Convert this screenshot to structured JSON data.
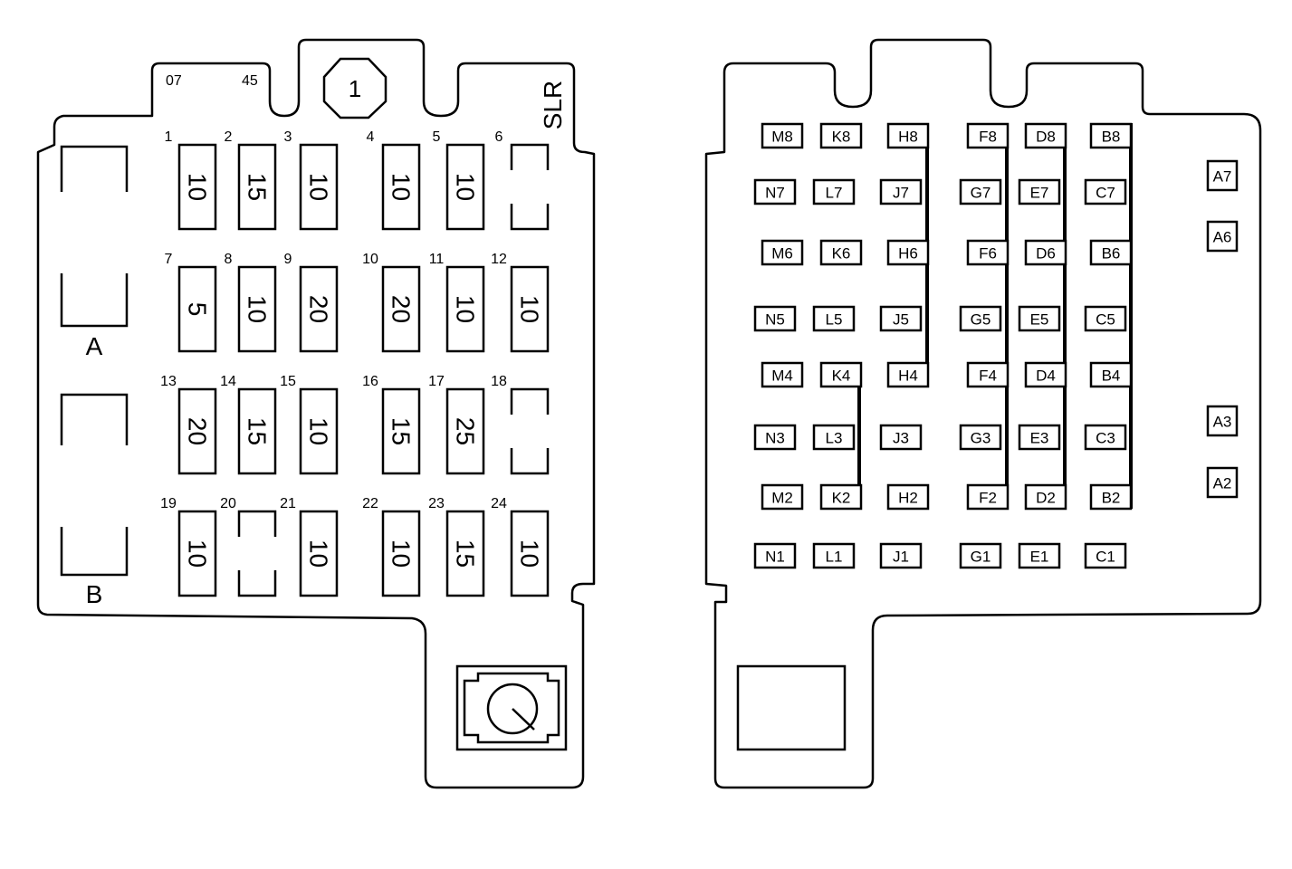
{
  "left_panel": {
    "top_codes": [
      "07",
      "45"
    ],
    "hex_label": "1",
    "side_code": "SLR",
    "relay_labels": [
      "A",
      "B"
    ],
    "fuses": [
      {
        "position": "1",
        "rating": "10"
      },
      {
        "position": "2",
        "rating": "15"
      },
      {
        "position": "3",
        "rating": "10"
      },
      {
        "position": "4",
        "rating": "10"
      },
      {
        "position": "5",
        "rating": "10"
      },
      {
        "position": "6",
        "rating": ""
      },
      {
        "position": "7",
        "rating": "5"
      },
      {
        "position": "8",
        "rating": "10"
      },
      {
        "position": "9",
        "rating": "20"
      },
      {
        "position": "10",
        "rating": "20"
      },
      {
        "position": "11",
        "rating": "10"
      },
      {
        "position": "12",
        "rating": "10"
      },
      {
        "position": "13",
        "rating": "20"
      },
      {
        "position": "14",
        "rating": "15"
      },
      {
        "position": "15",
        "rating": "10"
      },
      {
        "position": "16",
        "rating": "15"
      },
      {
        "position": "17",
        "rating": "25"
      },
      {
        "position": "18",
        "rating": ""
      },
      {
        "position": "19",
        "rating": "10"
      },
      {
        "position": "20",
        "rating": ""
      },
      {
        "position": "21",
        "rating": "10"
      },
      {
        "position": "22",
        "rating": "10"
      },
      {
        "position": "23",
        "rating": "15"
      },
      {
        "position": "24",
        "rating": "10"
      }
    ]
  },
  "right_panel": {
    "terminal_rows": [
      [
        "M8",
        "K8",
        "H8",
        "F8",
        "D8",
        "B8"
      ],
      [
        "N7",
        "L7",
        "J7",
        "G7",
        "E7",
        "C7",
        "A7"
      ],
      [
        "M6",
        "K6",
        "H6",
        "F6",
        "D6",
        "B6",
        "A6"
      ],
      [
        "N5",
        "L5",
        "J5",
        "G5",
        "E5",
        "C5"
      ],
      [
        "M4",
        "K4",
        "H4",
        "F4",
        "D4",
        "B4"
      ],
      [
        "N3",
        "L3",
        "J3",
        "G3",
        "E3",
        "C3",
        "A3"
      ],
      [
        "M2",
        "K2",
        "H2",
        "F2",
        "D2",
        "B2",
        "A2"
      ],
      [
        "N1",
        "L1",
        "J1",
        "G1",
        "E1",
        "C1"
      ]
    ]
  }
}
